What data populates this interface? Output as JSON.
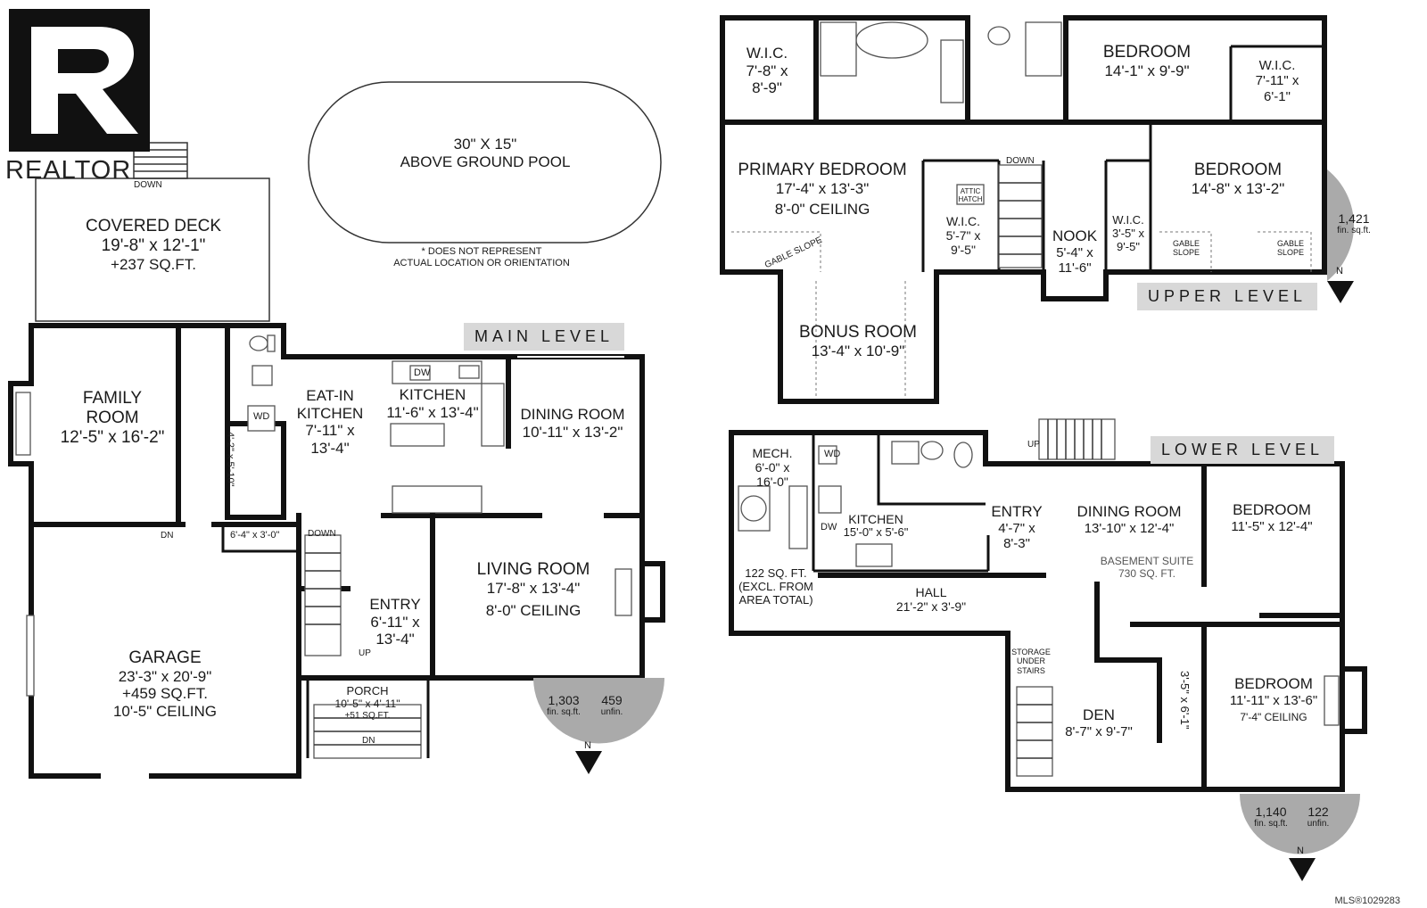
{
  "brand": {
    "name": "REALTOR",
    "mark": "R",
    "logo_icon": "realtor-r-logo-icon"
  },
  "footer": {
    "mls": "MLS®1029283"
  },
  "pool": {
    "size": "30\" X 15\"",
    "label": "ABOVE GROUND POOL",
    "note1": "* DOES NOT REPRESENT",
    "note2": "ACTUAL LOCATION OR ORIENTATION"
  },
  "directions": {
    "down": "DOWN",
    "up": "UP",
    "dn": "DN",
    "north": "N"
  },
  "main": {
    "banner": "MAIN LEVEL",
    "sqft_fin": "1,303",
    "sqft_unfin": "459",
    "fin_label": "fin. sq.ft.",
    "unfin_label": "unfin.",
    "rooms": {
      "covered_deck": {
        "name": "COVERED DECK",
        "dims": "19'-8\" x 12'-1\"",
        "extra": "+237 SQ.FT."
      },
      "family_room": {
        "name1": "FAMILY",
        "name2": "ROOM",
        "dims": "12'-5\" x 16'-2\""
      },
      "eat_in": {
        "name1": "EAT-IN",
        "name2": "KITCHEN",
        "dims1": "7'-11\" x",
        "dims2": "13'-4\""
      },
      "kitchen": {
        "name": "KITCHEN",
        "dims": "11'-6\" x 13'-4\""
      },
      "dining": {
        "name": "DINING ROOM",
        "dims": "10'-11\" x 13'-2\""
      },
      "living": {
        "name": "LIVING ROOM",
        "dims": "17'-8\" x 13'-4\"",
        "ceiling": "8'-0\" CEILING"
      },
      "entry": {
        "name": "ENTRY",
        "dims1": "6'-11\" x",
        "dims2": "13'-4\""
      },
      "garage": {
        "name": "GARAGE",
        "dims": "23'-3\" x 20'-9\"",
        "extra": "+459 SQ.FT.",
        "ceiling": "10'-5\" CEILING"
      },
      "porch": {
        "name": "PORCH",
        "dims": "10'-5\" x 4'-11\"",
        "extra": "+51 SQ.FT."
      },
      "closet1": {
        "dims": "6'-4\" x 3'-0\""
      },
      "closet2": {
        "dims": "4'-2\" x 5'-10\""
      }
    },
    "fixtures": {
      "dw": "DW",
      "wd": "WD"
    }
  },
  "upper": {
    "banner": "UPPER LEVEL",
    "sqft_fin": "1,421",
    "fin_label": "fin. sq.ft.",
    "rooms": {
      "wic1": {
        "name": "W.I.C.",
        "dims1": "7'-8\" x",
        "dims2": "8'-9\""
      },
      "bedroom1": {
        "name": "BEDROOM",
        "dims": "14'-1\" x 9'-9\""
      },
      "wic2": {
        "name": "W.I.C.",
        "dims1": "7'-11\" x",
        "dims2": "6'-1\""
      },
      "primary": {
        "name": "PRIMARY BEDROOM",
        "dims": "17'-4\" x 13'-3\"",
        "ceiling": "8'-0\" CEILING",
        "slope": "GABLE SLOPE"
      },
      "wic3": {
        "name": "W.I.C.",
        "dims1": "5'-7\" x",
        "dims2": "9'-5\"",
        "attic1": "ATTIC",
        "attic2": "HATCH"
      },
      "nook": {
        "name": "NOOK",
        "dims1": "5'-4\" x",
        "dims2": "11'-6\""
      },
      "wic4": {
        "name": "W.I.C.",
        "dims1": "3'-5\" x",
        "dims2": "9'-5\""
      },
      "bedroom2": {
        "name": "BEDROOM",
        "dims": "14'-8\" x 13'-2\"",
        "slope1": "GABLE",
        "slope2": "SLOPE"
      },
      "bonus": {
        "name": "BONUS ROOM",
        "dims": "13'-4\" x 10'-9\""
      }
    }
  },
  "lower": {
    "banner": "LOWER LEVEL",
    "sqft_fin": "1,140",
    "sqft_unfin": "122",
    "fin_label": "fin. sq.ft.",
    "unfin_label": "unfin.",
    "rooms": {
      "mech": {
        "name": "MECH.",
        "dims1": "6'-0\" x",
        "dims2": "16'-0\"",
        "note1": "122 SQ. FT.",
        "note2": "(EXCL. FROM",
        "note3": "AREA TOTAL)"
      },
      "kitchen": {
        "name": "KITCHEN",
        "dims": "15'-0\" x 5'-6\""
      },
      "entry": {
        "name": "ENTRY",
        "dims1": "4'-7\" x",
        "dims2": "8'-3\""
      },
      "dining": {
        "name": "DINING ROOM",
        "dims": "13'-10\" x 12'-4\""
      },
      "suite": {
        "line1": "BASEMENT SUITE",
        "line2": "730 SQ. FT."
      },
      "bedroom1": {
        "name": "BEDROOM",
        "dims": "11'-5\" x 12'-4\""
      },
      "hall": {
        "name": "HALL",
        "dims": "21'-2\" x 3'-9\""
      },
      "storage": {
        "l1": "STORAGE",
        "l2": "UNDER",
        "l3": "STAIRS"
      },
      "den": {
        "name": "DEN",
        "dims": "8'-7\" x 9'-7\""
      },
      "closet": {
        "dims": "3'-5\" x 6'-1\""
      },
      "bedroom2": {
        "name": "BEDROOM",
        "dims": "11'-11\" x 13'-6\"",
        "ceiling": "7'-4\" CEILING"
      }
    },
    "fixtures": {
      "dw": "DW",
      "wd": "WD"
    }
  }
}
